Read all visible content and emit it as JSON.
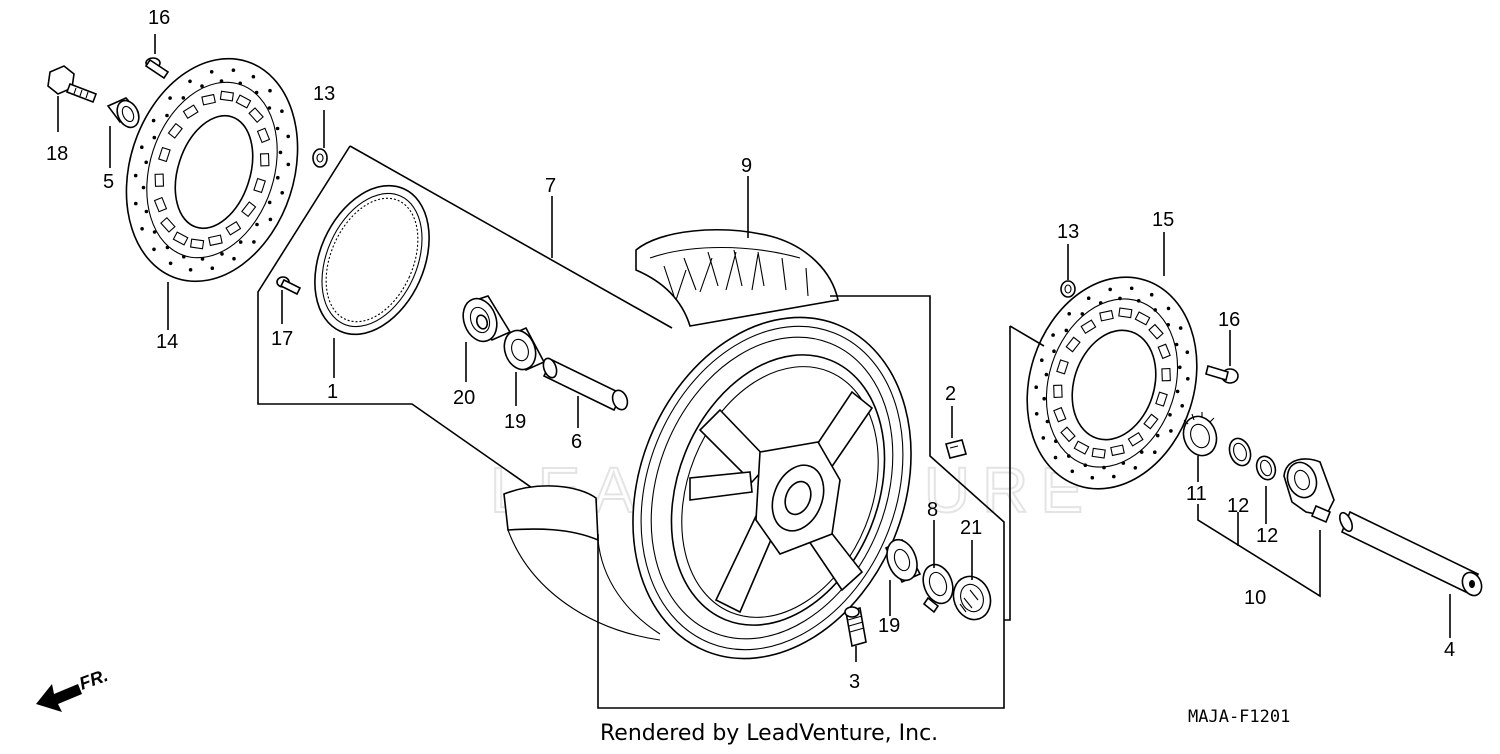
{
  "diagram": {
    "code": "MAJA-F1201",
    "footer": "Rendered by LeadVenture, Inc.",
    "watermark": "LEADVENTURE",
    "direction": "FR.",
    "callouts": [
      {
        "id": "c16a",
        "label": "16"
      },
      {
        "id": "c18",
        "label": "18"
      },
      {
        "id": "c5",
        "label": "5"
      },
      {
        "id": "c13a",
        "label": "13"
      },
      {
        "id": "c14",
        "label": "14"
      },
      {
        "id": "c17",
        "label": "17"
      },
      {
        "id": "c1",
        "label": "1"
      },
      {
        "id": "c7",
        "label": "7"
      },
      {
        "id": "c9",
        "label": "9"
      },
      {
        "id": "c20",
        "label": "20"
      },
      {
        "id": "c19a",
        "label": "19"
      },
      {
        "id": "c6",
        "label": "6"
      },
      {
        "id": "c2",
        "label": "2"
      },
      {
        "id": "c8",
        "label": "8"
      },
      {
        "id": "c21",
        "label": "21"
      },
      {
        "id": "c19b",
        "label": "19"
      },
      {
        "id": "c3",
        "label": "3"
      },
      {
        "id": "c13b",
        "label": "13"
      },
      {
        "id": "c15",
        "label": "15"
      },
      {
        "id": "c16b",
        "label": "16"
      },
      {
        "id": "c11",
        "label": "11"
      },
      {
        "id": "c12a",
        "label": "12"
      },
      {
        "id": "c12b",
        "label": "12"
      },
      {
        "id": "c10",
        "label": "10"
      },
      {
        "id": "c4",
        "label": "4"
      }
    ]
  }
}
